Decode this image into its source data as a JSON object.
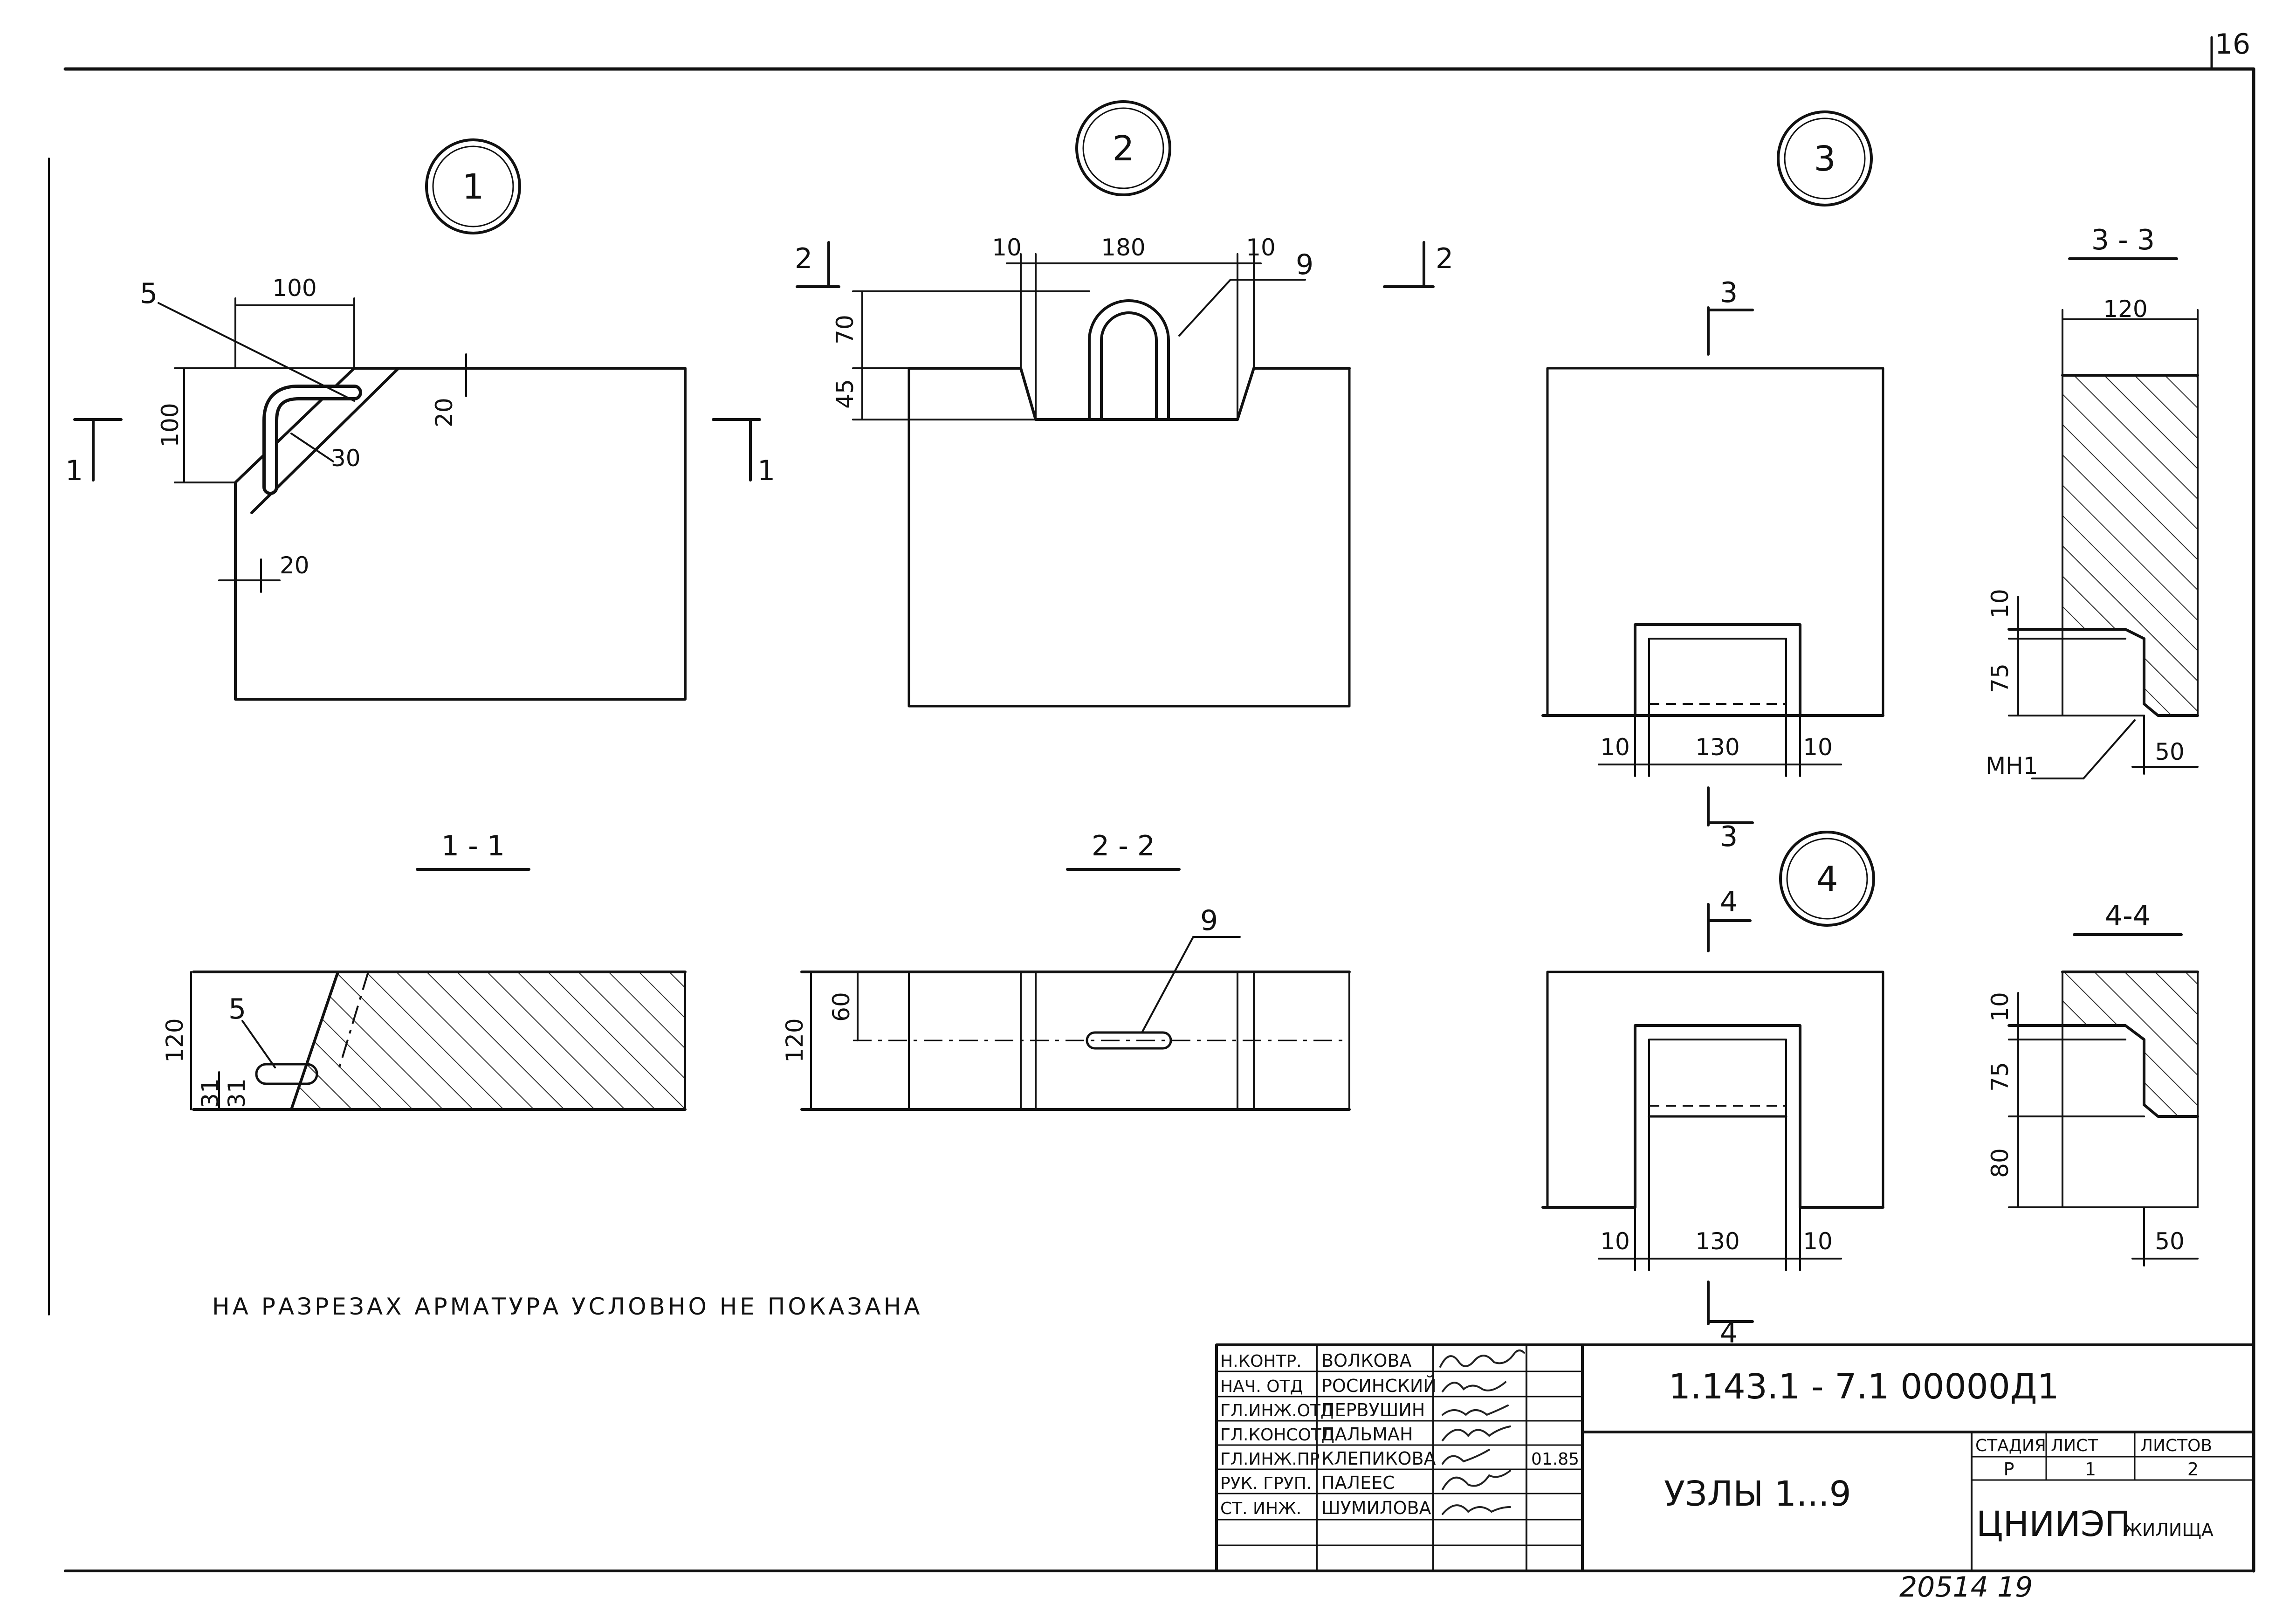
{
  "sheet": {
    "corner_number": "16",
    "note": "НА РАЗРЕЗАХ АРМАТУРА УСЛОВНО НЕ ПОКАЗАНА",
    "archive_number": "20514  19"
  },
  "nodes": {
    "n1": {
      "label": "1",
      "dims": {
        "top": "100",
        "left": "100",
        "right": "20",
        "bottom": "20",
        "bevel": "30"
      },
      "leader": "5",
      "cut": "1"
    },
    "n2": {
      "label": "2",
      "dims": {
        "left": "10",
        "middle": "180",
        "right": "10",
        "h1": "70",
        "h2": "45"
      },
      "leader": "9",
      "cut": "2"
    },
    "n3": {
      "label": "3",
      "dims": {
        "left": "10",
        "middle": "130",
        "right": "10"
      },
      "cut": "3"
    },
    "n4": {
      "label": "4",
      "dims": {
        "left": "10",
        "middle": "130",
        "right": "10"
      },
      "cut": "4"
    }
  },
  "sections": {
    "s11": {
      "label": "1 - 1",
      "dims": {
        "height": "120",
        "low1": "31",
        "low2": "31"
      },
      "leader": "5"
    },
    "s22": {
      "label": "2 - 2",
      "dims": {
        "height": "120",
        "half": "60"
      },
      "leader": "9"
    },
    "s33": {
      "label": "3 - 3",
      "dims": {
        "width": "120",
        "d10": "10",
        "d75": "75",
        "d50": "50"
      },
      "leader": "МН1"
    },
    "s44": {
      "label": "4-4",
      "dims": {
        "d10": "10",
        "d75": "75",
        "d80": "80",
        "d50": "50"
      }
    }
  },
  "title_block": {
    "roles": [
      "Н.КОНТР.",
      "НАЧ. ОТД",
      "ГЛ.ИНЖ.ОТД",
      "ГЛ.КОНСОТД",
      "ГЛ.ИНЖ.ПР",
      "РУК. ГРУП.",
      "СТ. ИНЖ."
    ],
    "names": [
      "ВОЛКОВА",
      "РОСИНСКИЙ",
      "ПЕРВУШИН",
      "ПАЛЬМАН",
      "КЛЕПИКОВА",
      "ПАЛЕЕС",
      "ШУМИЛОВА"
    ],
    "date": "01.85",
    "code": "1.143.1 - 7.1 00000Д1",
    "title": "УЗЛЫ 1...9",
    "stage_header": "СТАДИЯ",
    "sheet_header": "ЛИСТ",
    "sheets_header": "ЛИСТОВ",
    "stage": "Р",
    "sheet": "1",
    "sheets": "2",
    "org": "ЦНИИЭП",
    "org_suffix": "ЖИЛИЩА"
  }
}
